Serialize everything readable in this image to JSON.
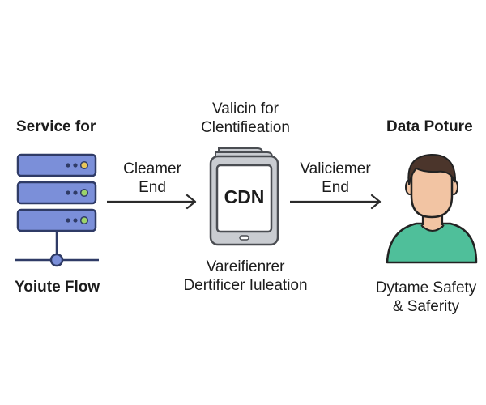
{
  "colors": {
    "server_fill": "#7b8fd9",
    "server_stroke": "#2f3b66",
    "led_yellow": "#e8c65a",
    "led_green": "#9bd36a",
    "device_gray": "#c9ccd1",
    "device_stroke": "#4a4d52",
    "skin": "#f2c4a3",
    "hair": "#4b352b",
    "shirt": "#4fbf9a",
    "line": "#2b2b2b"
  },
  "icons": {
    "server": "server-stack-icon",
    "device": "tablet-device-icon",
    "user": "user-avatar-icon",
    "arrow": "arrow-right-icon"
  },
  "left": {
    "title": "Service for",
    "caption": "Yoiute Flow"
  },
  "arrow1": {
    "line1": "Cleamer",
    "line2": "End"
  },
  "middle": {
    "top_line1": "Valicin for",
    "top_line2": "Clentifieation",
    "screen_label": "CDN",
    "bottom_line1": "Vareifienrer",
    "bottom_line2": "Dertificer Iuleation"
  },
  "arrow2": {
    "line1": "Valiciemer",
    "line2": "End"
  },
  "right": {
    "title": "Data Poture",
    "caption_line1": "Dytame Safety",
    "caption_line2": "& Saferity"
  }
}
